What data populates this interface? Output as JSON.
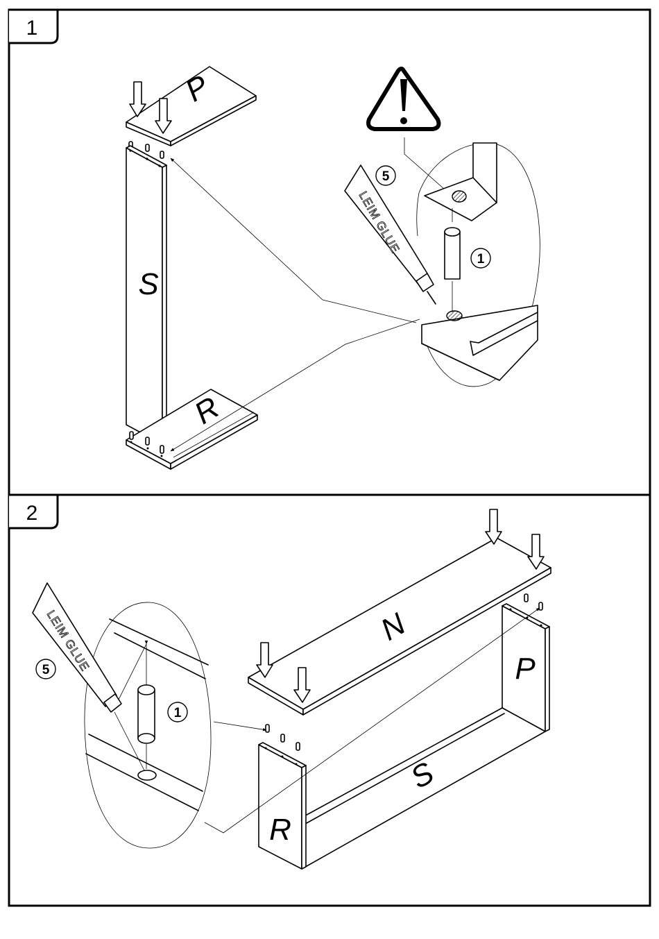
{
  "steps": [
    {
      "number": "1",
      "parts": {
        "top": "P",
        "side": "S",
        "bottom": "R"
      },
      "callouts": {
        "glue": "5",
        "dowel": "1"
      },
      "glue_label": "LEIM GLUE",
      "warning_icon": "warning-triangle-icon"
    },
    {
      "number": "2",
      "parts": {
        "top": "N",
        "right_side": "P",
        "bottom": "S",
        "left_side": "R"
      },
      "callouts": {
        "glue": "5",
        "dowel": "1"
      },
      "glue_label": "LEIM GLUE"
    }
  ],
  "colors": {
    "ink": "#000000",
    "paper": "#ffffff"
  }
}
